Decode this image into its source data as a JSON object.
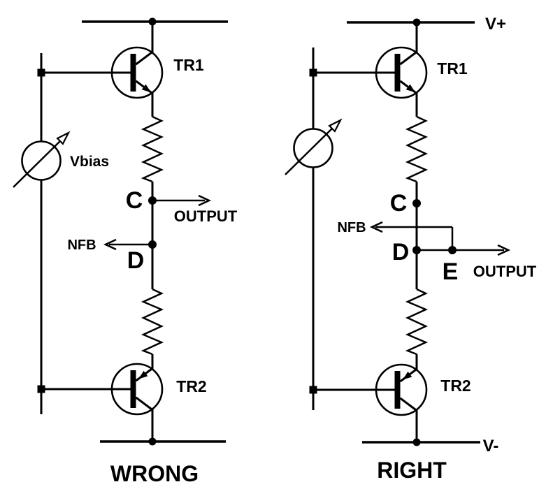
{
  "diagram": {
    "background_color": "#ffffff",
    "ink_color": "#000000",
    "left_circuit": {
      "caption": "WRONG",
      "tr1_label": "TR1",
      "tr2_label": "TR2",
      "bias_label": "Vbias",
      "node_c_label": "C",
      "node_d_label": "D",
      "output_label": "OUTPUT",
      "nfb_label": "NFB"
    },
    "right_circuit": {
      "caption": "RIGHT",
      "rail_top_label": "V+",
      "rail_bottom_label": "V-",
      "tr1_label": "TR1",
      "tr2_label": "TR2",
      "node_c_label": "C",
      "node_d_label": "D",
      "node_e_label": "E",
      "output_label": "OUTPUT",
      "nfb_label": "NFB"
    }
  }
}
